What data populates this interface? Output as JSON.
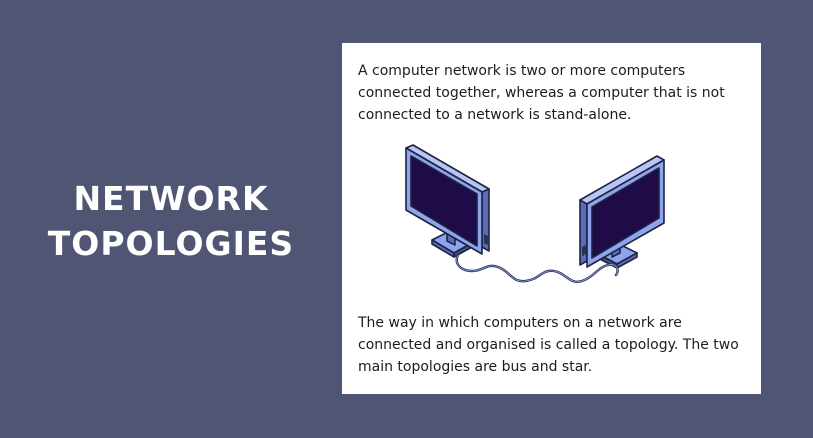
{
  "title": {
    "line1": "NETWORK",
    "line2": "TOPOLOGIES"
  },
  "card": {
    "intro_text": "A computer network is two or more computers connected together, whereas a computer that is not connected to a network is stand-alone.",
    "topology_text": "The way in which computers on a network are connected and organised is called a topology. The two main topologies are bus and star."
  },
  "illustration": {
    "icon": "two-networked-computers-icon"
  },
  "colors": {
    "background": "#4f5572",
    "card": "#ffffff",
    "monitor_frame": "#8ea4ef",
    "monitor_screen": "#1e0b47",
    "cable": "#2a2f4a"
  }
}
